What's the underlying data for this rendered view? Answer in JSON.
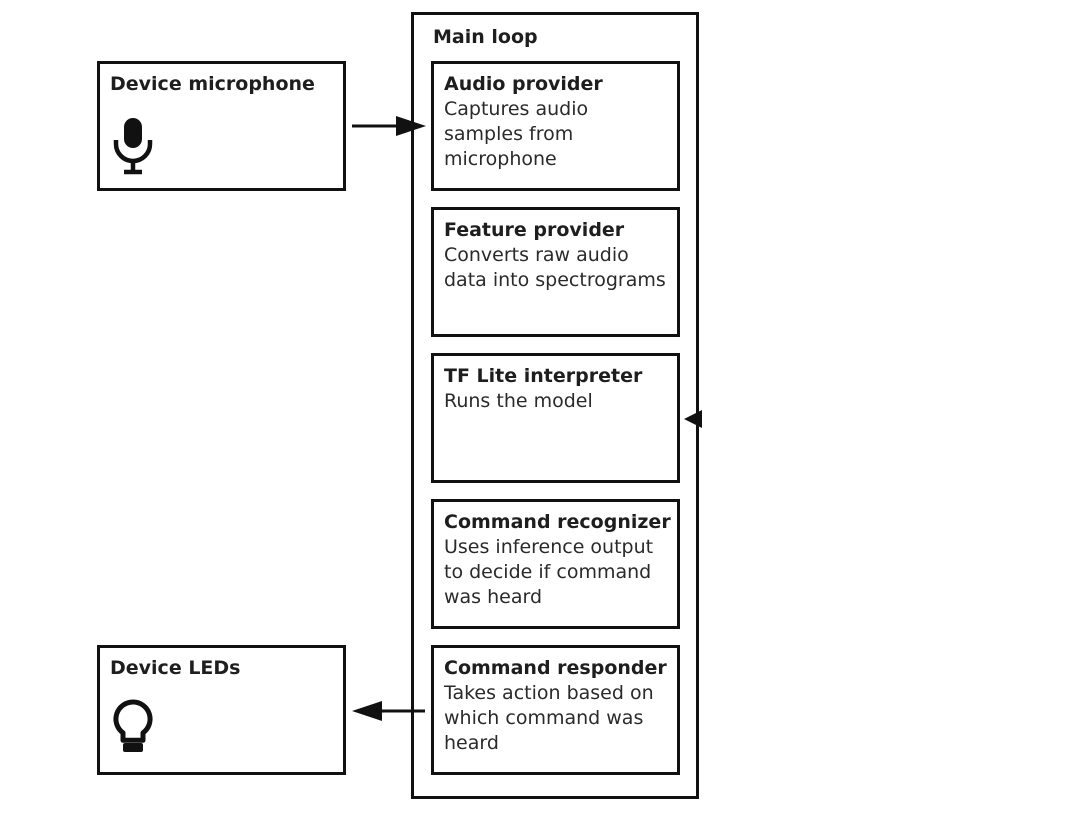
{
  "main_loop": {
    "title": "Main loop"
  },
  "devices": {
    "microphone": {
      "title": "Device microphone",
      "icon": "microphone-icon"
    },
    "leds": {
      "title": "Device LEDs",
      "icon": "lightbulb-icon"
    }
  },
  "stages": [
    {
      "title": "Audio provider",
      "lines": [
        "Captures audio",
        "samples from",
        "microphone"
      ]
    },
    {
      "title": "Feature provider",
      "lines": [
        "Converts raw audio",
        "data into spectrograms"
      ]
    },
    {
      "title": "TF Lite interpreter",
      "lines": [
        "Runs the model"
      ]
    },
    {
      "title": "Command recognizer",
      "lines": [
        "Uses inference output",
        "to decide if command",
        "was heard"
      ]
    },
    {
      "title": "Command responder",
      "lines": [
        "Takes action based on",
        "which command was",
        "heard"
      ]
    }
  ],
  "colors": {
    "stroke": "#111111",
    "text": "#1e1e1e"
  }
}
